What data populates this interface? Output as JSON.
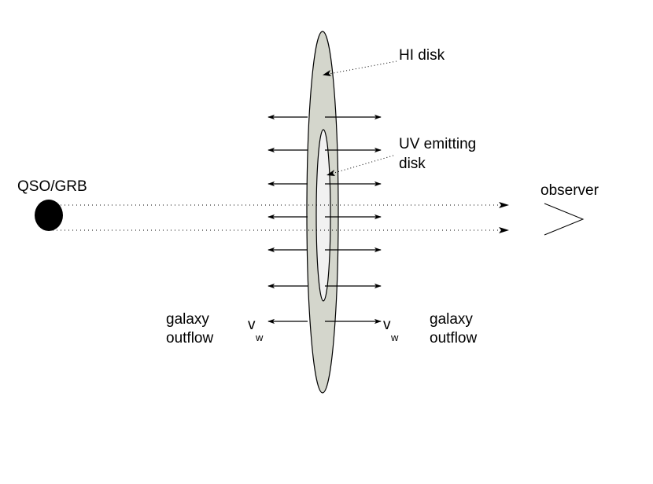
{
  "labels": {
    "hi_disk": "HI disk",
    "uv_disk_line1": "UV emitting",
    "uv_disk_line2": "disk",
    "source": "QSO/GRB",
    "observer": "observer",
    "outflow_left_line1": "galaxy",
    "outflow_left_line2": "outflow",
    "outflow_right_line1": "galaxy",
    "outflow_right_line2": "outflow",
    "vw_left_base": "v",
    "vw_left_sub": "w",
    "vw_right_base": "v",
    "vw_right_sub": "w"
  },
  "colors": {
    "hi_disk_fill": "#d4d6cc",
    "uv_disk_fill": "#f1f1f1",
    "source_fill": "#000000",
    "stroke": "#000000"
  }
}
